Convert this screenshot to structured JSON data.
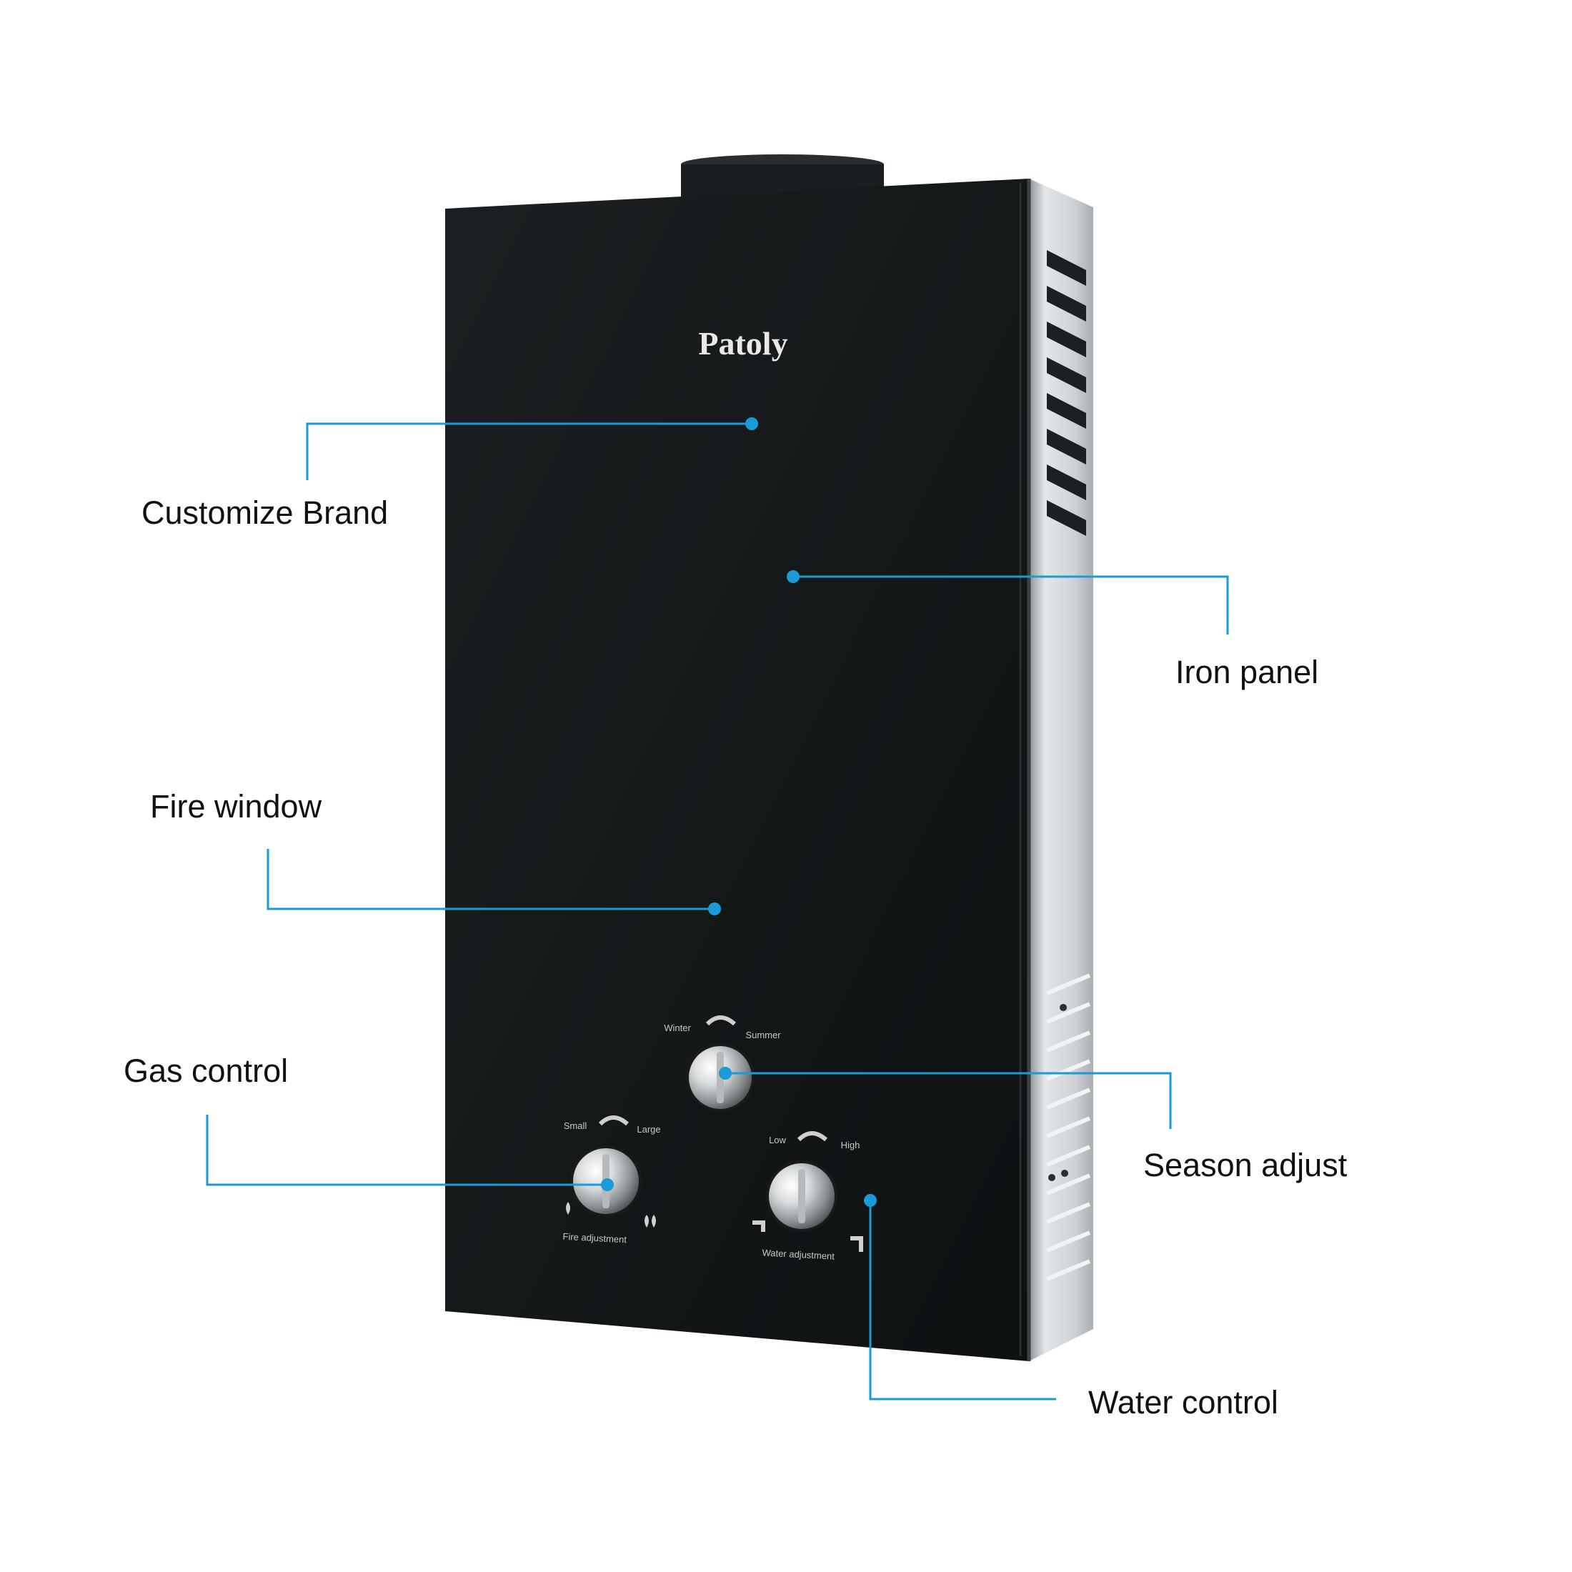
{
  "product": {
    "brand_logo": "Patoly",
    "season_knob": {
      "left_label": "Winter",
      "right_label": "Summer"
    },
    "gas_knob": {
      "left_label": "Small",
      "right_label": "Large",
      "caption": "Fire adjustment"
    },
    "water_knob": {
      "left_label": "Low",
      "right_label": "High",
      "caption": "Water adjustment"
    }
  },
  "callouts": [
    {
      "id": "customize-brand",
      "label": "Customize Brand"
    },
    {
      "id": "iron-panel",
      "label": "Iron panel"
    },
    {
      "id": "fire-window",
      "label": "Fire window"
    },
    {
      "id": "gas-control",
      "label": "Gas control"
    },
    {
      "id": "season-adjust",
      "label": "Season adjust"
    },
    {
      "id": "water-control",
      "label": "Water control"
    }
  ],
  "colors": {
    "leader_line": "#1a9ad6",
    "panel": "#161a1c",
    "side_casing": "#d9dcde"
  }
}
